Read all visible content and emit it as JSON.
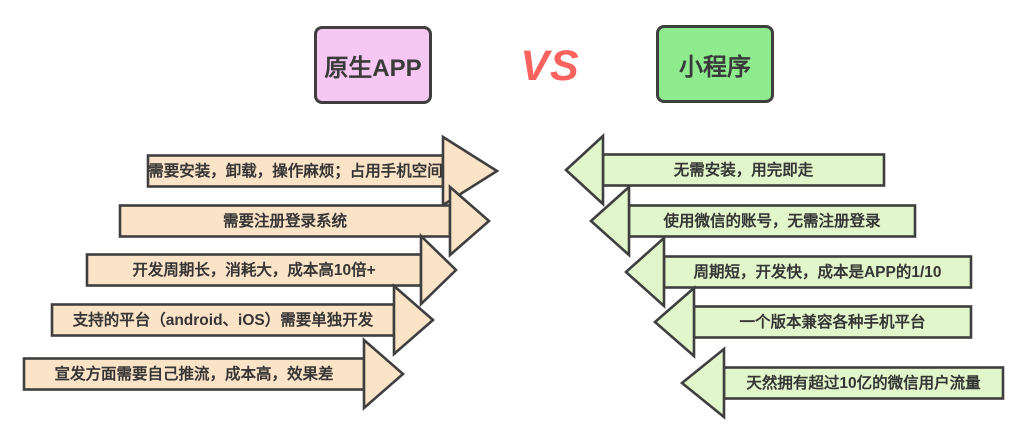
{
  "header": {
    "left_box_label": "原生APP",
    "vs_label": "VS",
    "right_box_label": "小程序"
  },
  "left_arrows": [
    "需要安装，卸载，操作麻烦；占用手机空间",
    "需要注册登录系统",
    "开发周期长，消耗大，成本高10倍+",
    "支持的平台（android、iOS）需要单独开发",
    "宣发方面需要自己推流，成本高，效果差"
  ],
  "right_arrows": [
    "无需安装，用完即走",
    "使用微信的账号，无需注册登录",
    "周期短，开发快，成本是APP的1/10",
    "一个版本兼容各种手机平台",
    "天然拥有超过10亿的微信用户流量"
  ],
  "colors": {
    "left_box_fill": "#f6c7f3",
    "right_box_fill": "#8eec8e",
    "left_arrow_fill": "#fbe3c7",
    "right_arrow_fill": "#e2f6cb",
    "outline": "#3f3f3f",
    "vs_text": "#f9625d"
  }
}
